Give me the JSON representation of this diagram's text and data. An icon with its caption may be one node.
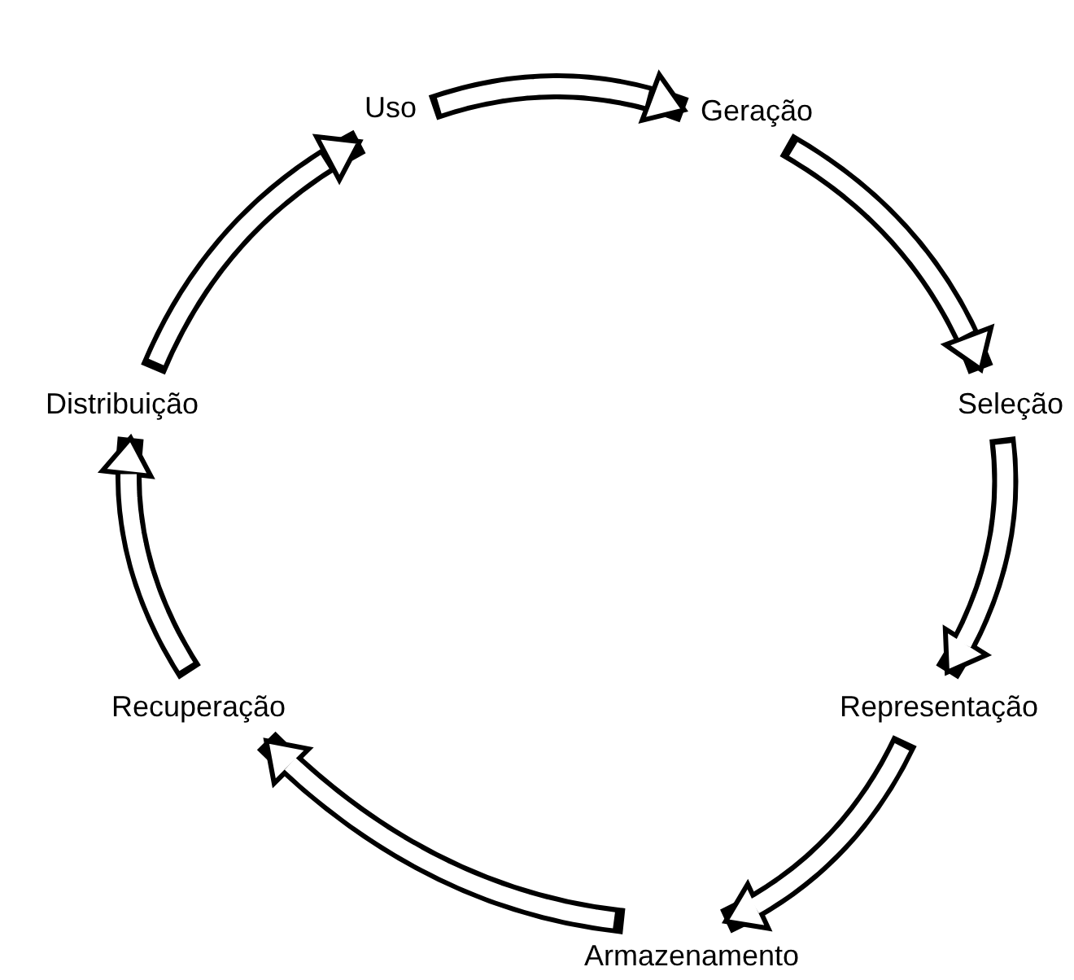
{
  "diagram": {
    "nodes": [
      {
        "text": [
          "Uso"
        ]
      },
      {
        "text": [
          "Geração"
        ]
      },
      {
        "text": [
          "Seleção"
        ]
      },
      {
        "text": [
          "Representação"
        ]
      },
      {
        "text": [
          "Armazenamento"
        ]
      },
      {
        "text": [
          "Recuperação"
        ]
      },
      {
        "text": [
          "Distribuição"
        ]
      }
    ],
    "edges": [
      {
        "from": 0,
        "to": 1,
        "arrow": "to"
      },
      {
        "from": 1,
        "to": 2,
        "arrow": "to"
      },
      {
        "from": 2,
        "to": 3,
        "arrow": "to"
      },
      {
        "from": 3,
        "to": 4,
        "arrow": "to"
      },
      {
        "from": 4,
        "to": 5,
        "arrow": "to"
      },
      {
        "from": 5,
        "to": 6,
        "arrow": "to"
      },
      {
        "from": 6,
        "to": 0,
        "arrow": "to"
      }
    ]
  }
}
